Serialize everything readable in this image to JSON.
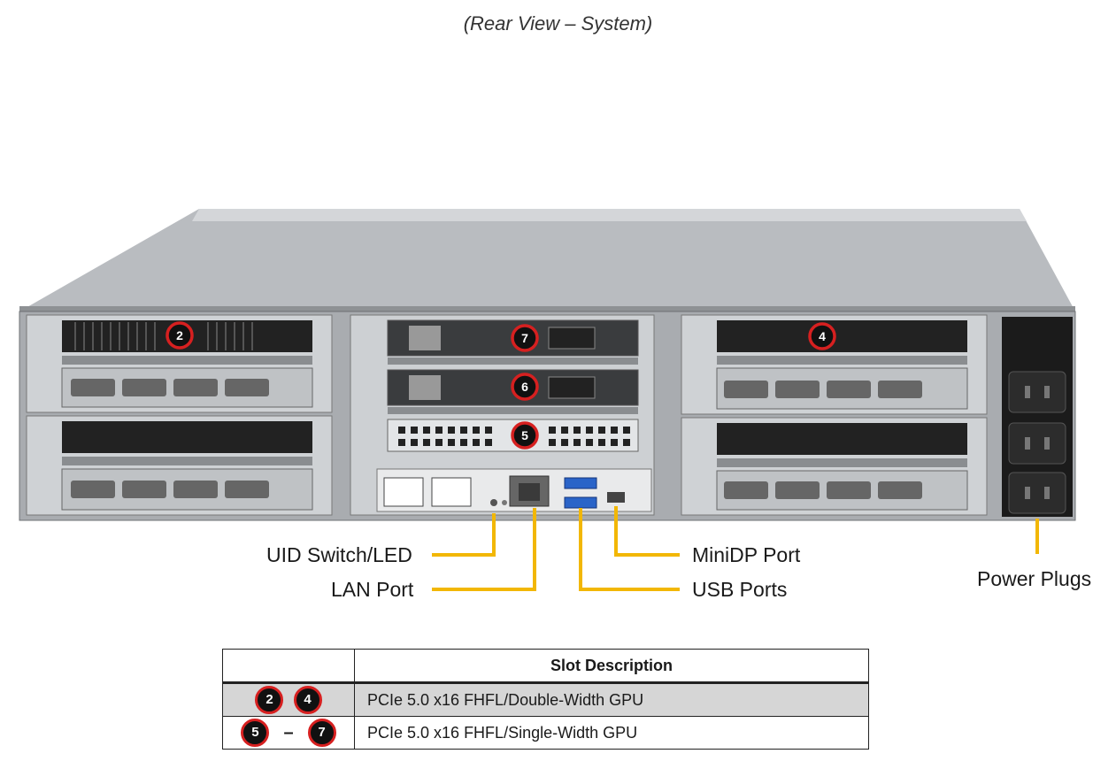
{
  "caption": "(Rear View – System)",
  "slot_badges": {
    "slot2": "2",
    "slot4": "4",
    "slot5": "5",
    "slot6": "6",
    "slot7": "7"
  },
  "callouts": {
    "uid": "UID Switch/LED",
    "lan": "LAN Port",
    "minidp": "MiniDP Port",
    "usb": "USB Ports",
    "power": "Power Plugs"
  },
  "table": {
    "header": [
      "",
      "Slot Description"
    ],
    "rows": [
      {
        "badges": [
          "2",
          "4"
        ],
        "separator": "",
        "description": "PCIe 5.0 x16 FHFL/Double-Width GPU"
      },
      {
        "badges": [
          "5",
          "7"
        ],
        "separator": "–",
        "description": "PCIe 5.0 x16 FHFL/Single-Width GPU"
      }
    ]
  },
  "colors": {
    "callout_line": "#f2b705",
    "badge_ring": "#d62020",
    "chassis": "#c9ccd0",
    "psu": "#1b1b1b",
    "usb": "#2a64c8"
  }
}
